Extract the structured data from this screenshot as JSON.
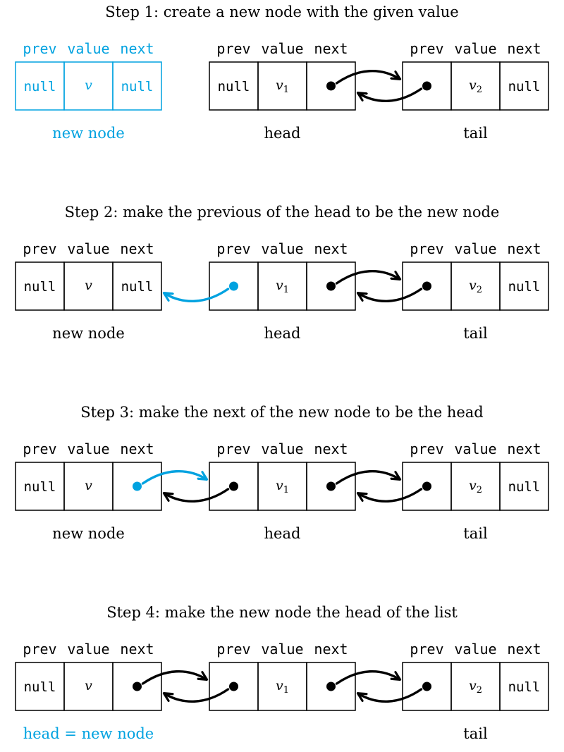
{
  "colors": {
    "ink": "#000000",
    "accent": "#00a2e0"
  },
  "labels": {
    "prev": "prev",
    "value": "value",
    "next": "next",
    "null": "null",
    "new_value": "v",
    "head_value_base": "v",
    "head_value_sub": "1",
    "tail_value_base": "v",
    "tail_value_sub": "2"
  },
  "steps": [
    {
      "title": "Step 1: create a new node with the given value",
      "new_node_caption": "new node",
      "head_caption": "head",
      "tail_caption": "tail",
      "new_node_accent": true,
      "new_caption_accent": true,
      "new_node_prev": "null",
      "new_node_next": "null",
      "head_prev": "null",
      "head_prev_pointer": "none",
      "new_next_pointer": "none"
    },
    {
      "title": "Step 2: make the previous of the head to be the new node",
      "new_node_caption": "new node",
      "head_caption": "head",
      "tail_caption": "tail",
      "new_node_accent": false,
      "new_caption_accent": false,
      "new_node_prev": "null",
      "new_node_next": "null",
      "head_prev": "",
      "head_prev_pointer": "accent",
      "new_next_pointer": "none"
    },
    {
      "title": "Step 3: make the next of the new node to be the head",
      "new_node_caption": "new node",
      "head_caption": "head",
      "tail_caption": "tail",
      "new_node_accent": false,
      "new_caption_accent": false,
      "new_node_prev": "null",
      "new_node_next": "",
      "head_prev": "",
      "head_prev_pointer": "black",
      "new_next_pointer": "accent"
    },
    {
      "title": "Step 4: make the new node the head of the list",
      "new_node_caption": "head = new node",
      "head_caption": "",
      "tail_caption": "tail",
      "new_node_accent": false,
      "new_caption_accent": true,
      "new_node_prev": "null",
      "new_node_next": "",
      "head_prev": "",
      "head_prev_pointer": "black",
      "new_next_pointer": "black"
    }
  ]
}
